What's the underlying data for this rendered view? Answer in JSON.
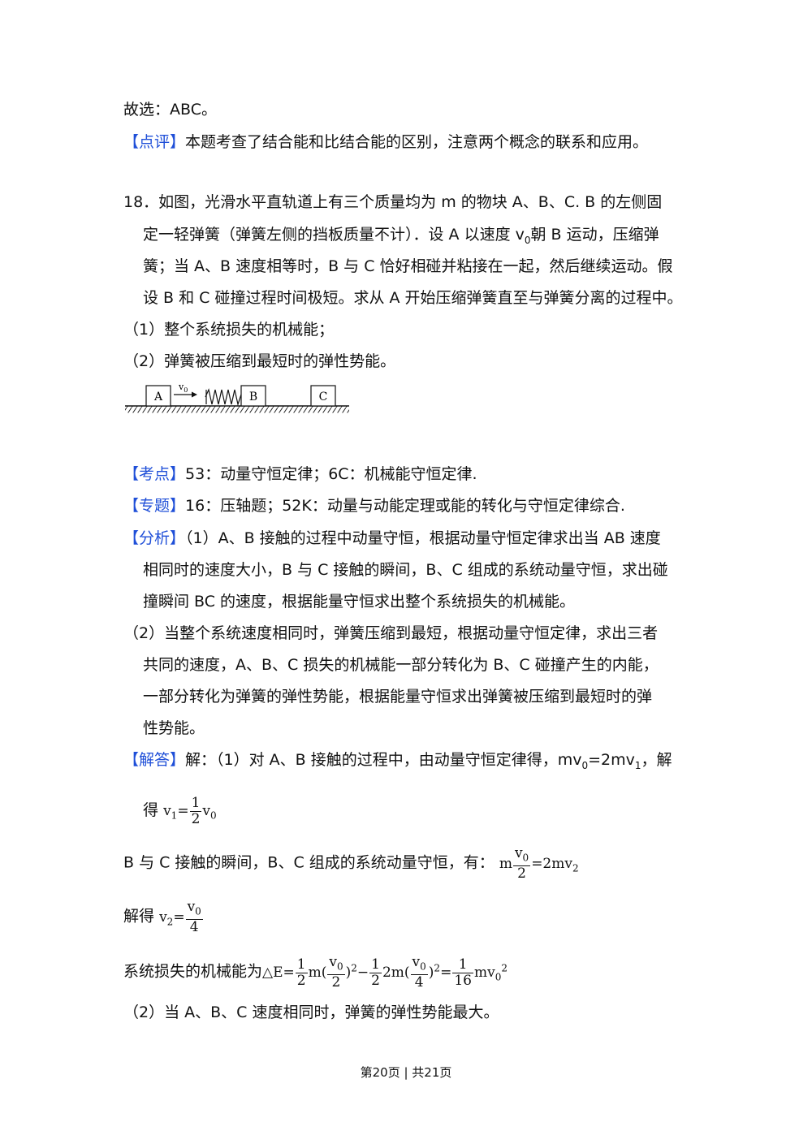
{
  "top": {
    "answer": "故选：ABC。",
    "comment_tag": "【点评】",
    "comment_text": "本题考查了结合能和比结合能的区别，注意两个概念的联系和应用。"
  },
  "problem": {
    "l1": "18．如图，光滑水平直轨道上有三个质量均为 m 的物块 A、B、C.   B 的左侧固",
    "l2a": "定一轻弹簧（弹簧左侧的挡板质量不计）．设 A 以速度 v",
    "l2sub": "0",
    "l2b": "朝 B 运动，压缩弹",
    "l3": "簧；当 A、B 速度相等时，B 与 C 恰好相碰并粘接在一起，然后继续运动。假",
    "l4": "设 B 和 C 碰撞过程时间极短。求从 A 开始压缩弹簧直至与弹簧分离的过程中。",
    "q1": "（1）整个系统损失的机械能；",
    "q2": "（2）弹簧被压缩到最短时的弹性势能。"
  },
  "figure": {
    "block_a": "A",
    "block_b": "B",
    "block_c": "C",
    "velocity": "v",
    "velocity_sub": "0"
  },
  "kaodian": {
    "tag": "【考点】",
    "text": "53：动量守恒定律；6C：机械能守恒定律."
  },
  "zhuanti": {
    "tag": "【专题】",
    "text": "16：压轴题；52K：动量与动能定理或能的转化与守恒定律综合."
  },
  "fenxi": {
    "tag": "【分析】",
    "l1": "（1）A、B 接触的过程中动量守恒，根据动量守恒定律求出当 AB 速度",
    "l2": "相同时的速度大小，B 与 C 接触的瞬间，B、C 组成的系统动量守恒，求出碰",
    "l3": "撞瞬间 BC 的速度，根据能量守恒求出整个系统损失的机械能。",
    "l4": "（2）当整个系统速度相同时，弹簧压缩到最短，根据动量守恒定律，求出三者",
    "l5": "共同的速度，A、B、C 损失的机械能一部分转化为 B、C 碰撞产生的内能，",
    "l6": "一部分转化为弹簧的弹性势能，根据能量守恒求出弹簧被压缩到最短时的弹",
    "l7": "性势能。"
  },
  "jieda": {
    "tag": "【解答】",
    "l1a": "解：（1）对 A、B 接触的过程中，由动量守恒定律得，mv",
    "l1s0": "0",
    "l1b": "=2mv",
    "l1s1": "1",
    "l1c": "，解",
    "l2pre": "得",
    "eq1_lhs": "v",
    "eq1_lhs_sub": "1",
    "eq1_eq": "=",
    "eq1_num": "1",
    "eq1_den": "2",
    "eq1_rhs": "v",
    "eq1_rhs_sub": "0",
    "l3pre": "B 与 C 接触的瞬间，B、C 组成的系统动量守恒，有：",
    "eq2_m": "m",
    "eq2_num": "v",
    "eq2_num_sub": "0",
    "eq2_den": "2",
    "eq2_rhs": "=2mv",
    "eq2_rhs_sub": "2",
    "l4pre": "解得",
    "eq3_lhs": "v",
    "eq3_lhs_sub": "2",
    "eq3_eq": "=",
    "eq3_num": "v",
    "eq3_num_sub": "0",
    "eq3_den": "4",
    "l5pre": "系统损失的机械能为",
    "eq4_a": "△E=",
    "eq4_f1_num": "1",
    "eq4_f1_den": "2",
    "eq4_b": "m(",
    "eq4_f2_num": "v",
    "eq4_f2_num_sub": "0",
    "eq4_f2_den": "2",
    "eq4_c": ")",
    "eq4_c_sup": "2",
    "eq4_d": "−",
    "eq4_f3_num": "1",
    "eq4_f3_den": "2",
    "eq4_e": "2m(",
    "eq4_f4_num": "v",
    "eq4_f4_num_sub": "0",
    "eq4_f4_den": "4",
    "eq4_f": ")",
    "eq4_f_sup": "2",
    "eq4_g": "=",
    "eq4_f5_num": "1",
    "eq4_f5_den": "16",
    "eq4_h": "mv",
    "eq4_h_sub": "0",
    "eq4_h_sup": "2",
    "l6": "（2）当 A、B、C 速度相同时，弹簧的弹性势能最大。"
  },
  "footer": {
    "text": "第20页  | 共21页"
  }
}
